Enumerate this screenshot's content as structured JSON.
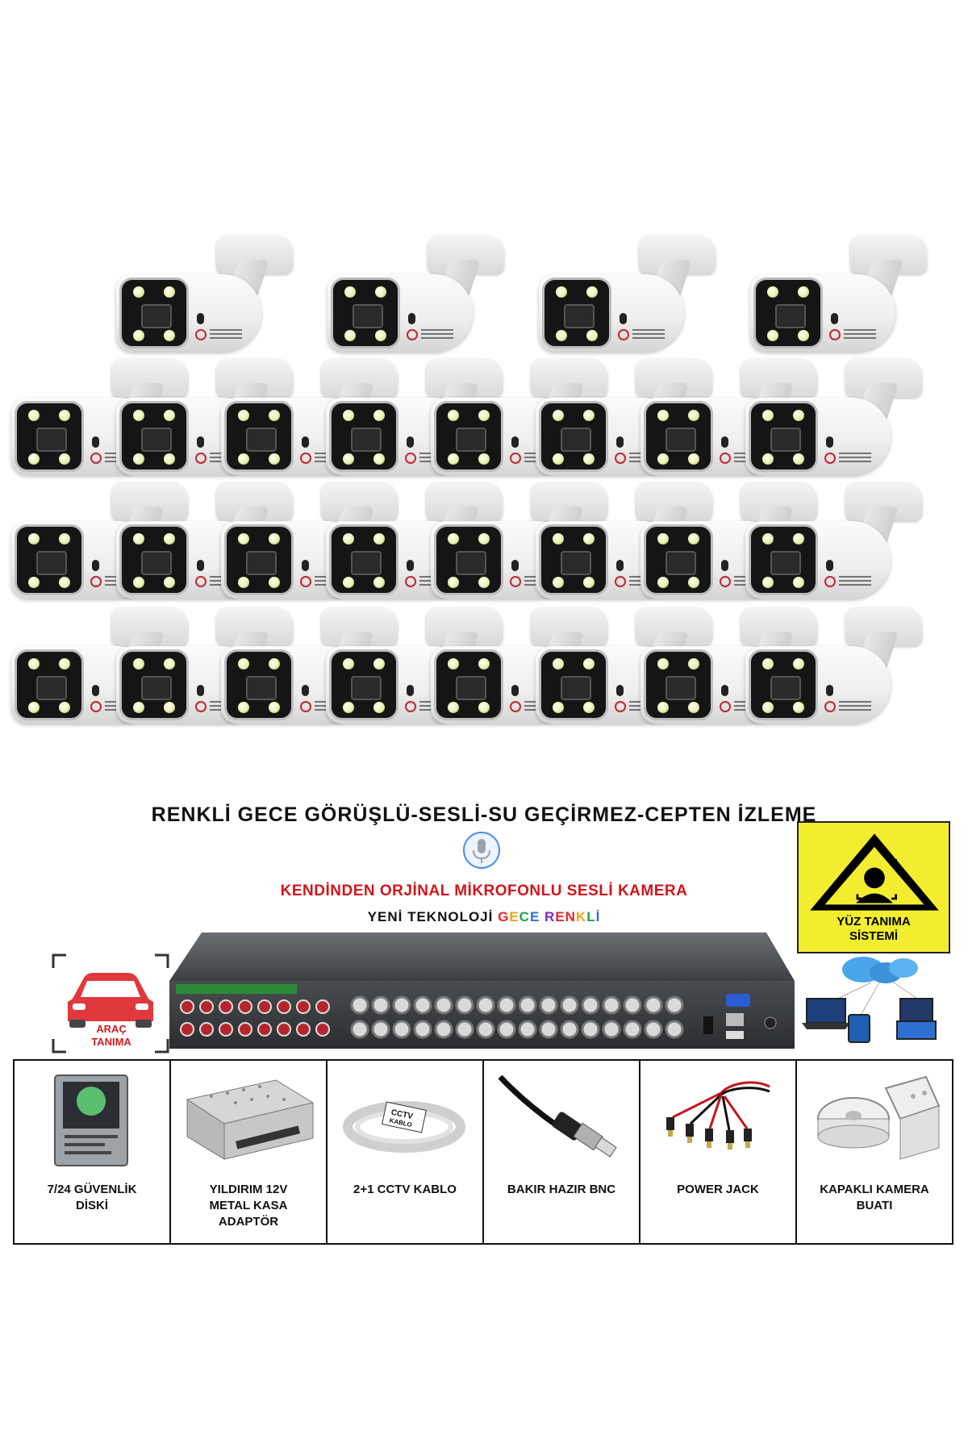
{
  "headline_main": "RENKLİ GECE GÖRÜŞLÜ-SESLİ-SU GEÇİRMEZ-CEPTEN İZLEME",
  "headline_mic": "KENDİNDEN ORJİNAL MİKROFONLU SESLİ KAMERA",
  "headline_new_prefix": "YENİ TEKNOLOJİ ",
  "headline_new_colored": [
    "G",
    "E",
    "C",
    "E",
    " R",
    "E",
    "N",
    "K",
    "L",
    "İ"
  ],
  "face_sign": {
    "line1": "YÜZ TANIMA",
    "line2": "SİSTEMİ"
  },
  "car_badge": {
    "line1": "ARAÇ",
    "line2": "TANIMA"
  },
  "camera_rows": [
    4,
    8,
    8,
    8
  ],
  "icons": {
    "mic": "microphone-icon",
    "face": "face-recognition-icon",
    "car": "car-icon",
    "cloud": "cloud-icon"
  },
  "colors": {
    "red_accent": "#d0161b",
    "warning_yellow": "#f2ee2f",
    "new_tech_palette": [
      "#e6282b",
      "#f7a11a",
      "#1da34a",
      "#2f6fd6",
      "#7b2cbf",
      "#e6282b"
    ]
  },
  "accessories": [
    {
      "label": "7/24 GÜVENLİK\nDİSKİ",
      "icon": "hard-disk-icon"
    },
    {
      "label": "YILDIRIM 12V\nMETAL KASA\nADAPTÖR",
      "icon": "power-supply-icon"
    },
    {
      "label": "2+1 CCTV KABLO",
      "icon": "cable-coil-icon",
      "tag": "CCTV\nKABLO"
    },
    {
      "label": "BAKIR HAZIR BNC",
      "icon": "bnc-connector-icon"
    },
    {
      "label": "POWER JACK",
      "icon": "power-jack-icon"
    },
    {
      "label": "KAPAKLI KAMERA\nBUATI",
      "icon": "junction-box-icon"
    }
  ]
}
